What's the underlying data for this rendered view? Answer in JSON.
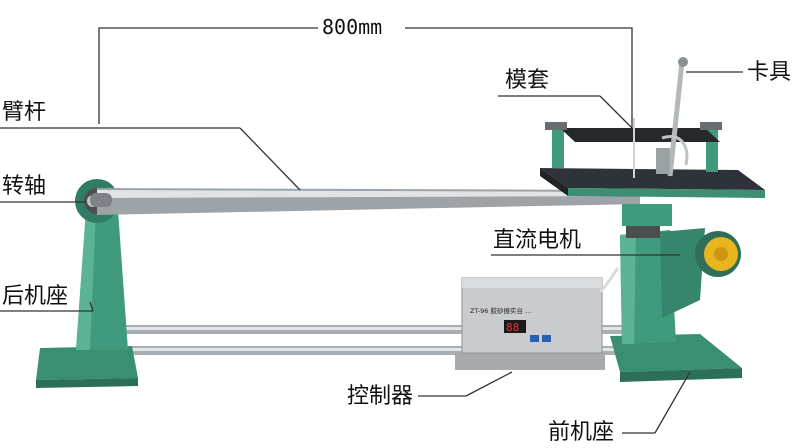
{
  "dimension": {
    "label": "800mm"
  },
  "labels": {
    "arm": "臂杆",
    "shaft": "转轴",
    "rear_base": "后机座",
    "mold": "模套",
    "clamp": "卡具",
    "dc_motor": "直流电机",
    "controller": "控制器",
    "front_base": "前机座"
  },
  "controller_panel": {
    "title": "ZT-96 胶砂振实台 ...",
    "display": "88"
  },
  "colors": {
    "machine_green": "#3f9a7e",
    "steel": "#b8bcbf",
    "motor_yellow": "#e8b51e",
    "controller_body": "#c9cbce"
  }
}
